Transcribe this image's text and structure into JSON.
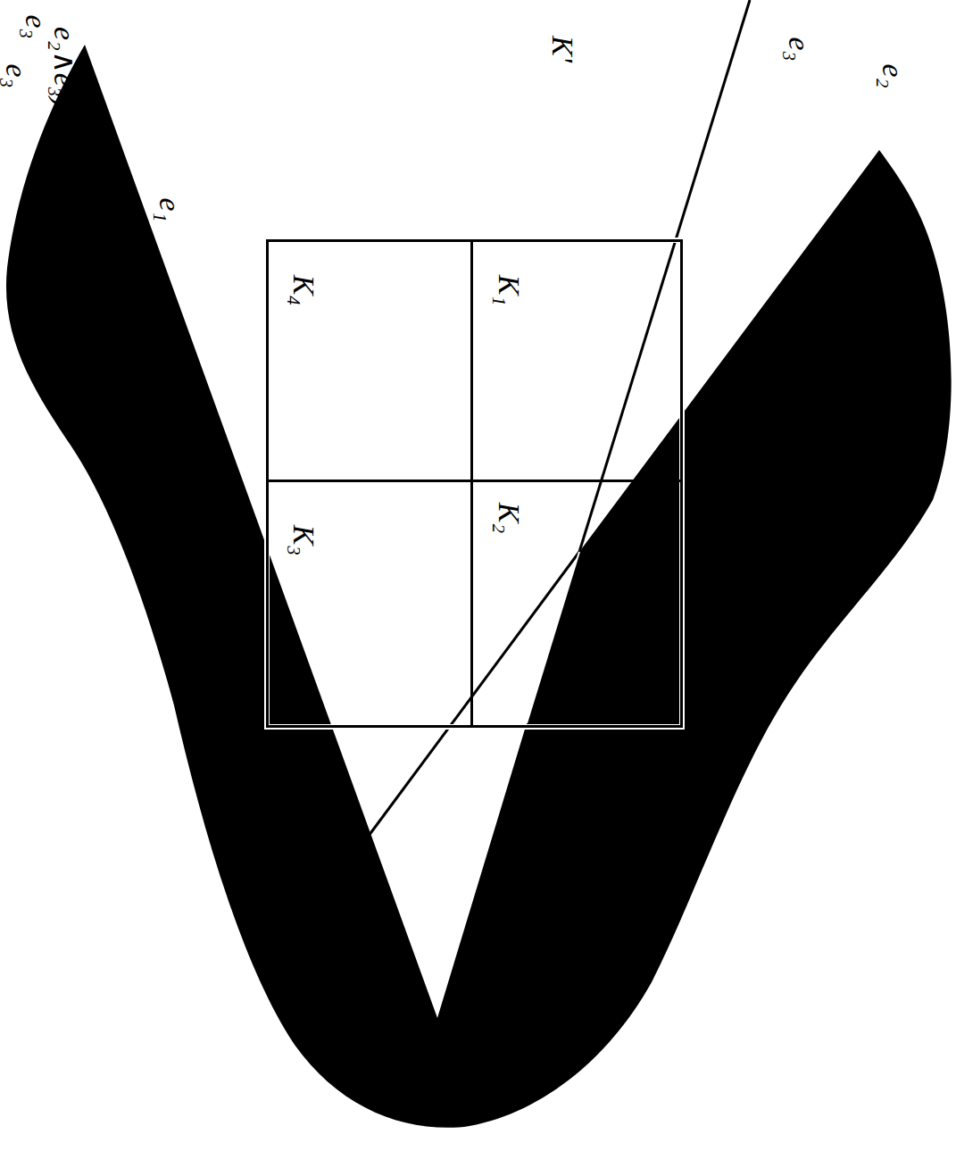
{
  "diagram": {
    "nodes": [
      {
        "text": [
          "K'"
        ]
      },
      {
        "text": [
          "K₁"
        ],
        "in": 0
      },
      {
        "text": [
          "K₂"
        ],
        "in": 0
      },
      {
        "text": [
          "K₃"
        ],
        "in": 0
      },
      {
        "text": [
          "K₄"
        ],
        "in": 0
      }
    ],
    "labels": [
      "e₁",
      "e₂",
      "e₃",
      "e₂∧e₃)",
      "e₃",
      "e₃"
    ]
  }
}
